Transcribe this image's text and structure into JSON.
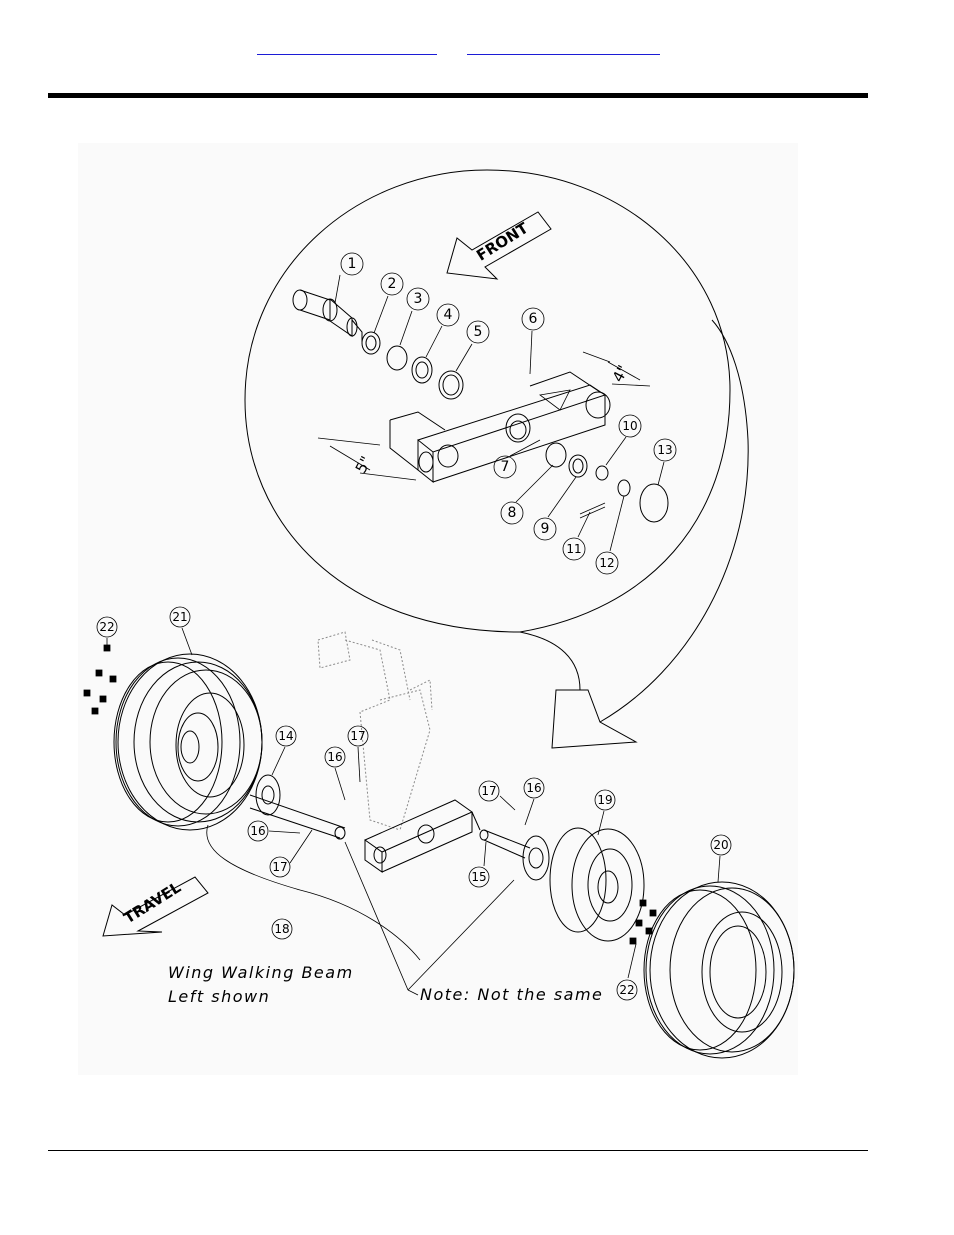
{
  "header": {
    "link_left": "",
    "link_right": ""
  },
  "arrows": {
    "front": "FRONT",
    "travel": "TRAVEL"
  },
  "dimensions": {
    "width_5": "5\"",
    "width_4": "4\""
  },
  "notes": {
    "title_line1": "Wing Walking Beam",
    "title_line2": "Left shown",
    "note": "Note: Not the same"
  },
  "callouts": [
    "1",
    "2",
    "3",
    "4",
    "5",
    "6",
    "7",
    "8",
    "9",
    "10",
    "11",
    "12",
    "13",
    "14",
    "15",
    "16",
    "16",
    "16",
    "17",
    "17",
    "17",
    "18",
    "19",
    "20",
    "21",
    "22",
    "22"
  ]
}
